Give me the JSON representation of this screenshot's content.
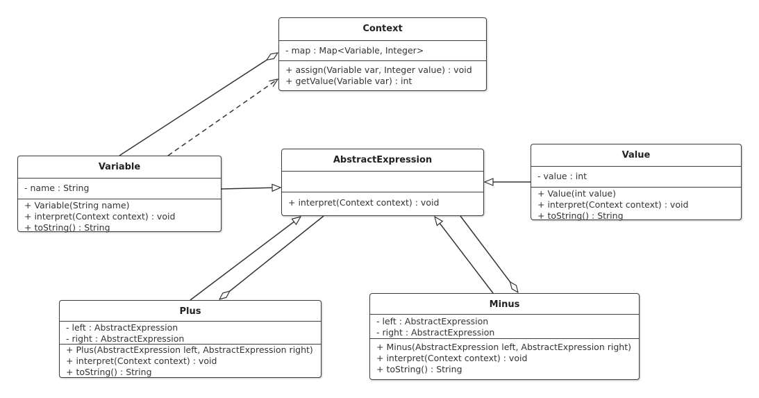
{
  "classes": {
    "context": {
      "name": "Context",
      "attributes": [
        "- map : Map<Variable, Integer>"
      ],
      "operations": [
        "+ assign(Variable var, Integer value) : void",
        "+ getValue(Variable var) : int"
      ]
    },
    "abstract_expression": {
      "name": "AbstractExpression",
      "attributes": [],
      "operations": [
        "+ interpret(Context context) : void"
      ]
    },
    "variable": {
      "name": "Variable",
      "attributes": [
        "- name : String"
      ],
      "operations": [
        "+ Variable(String name)",
        "+ interpret(Context context) : void",
        "+ toString() : String"
      ]
    },
    "value": {
      "name": "Value",
      "attributes": [
        "- value : int"
      ],
      "operations": [
        "+ Value(int value)",
        "+ interpret(Context context) : void",
        "+ toString() : String"
      ]
    },
    "plus": {
      "name": "Plus",
      "attributes": [
        "- left : AbstractExpression",
        "- right : AbstractExpression"
      ],
      "operations": [
        "+ Plus(AbstractExpression left, AbstractExpression right)",
        "+ interpret(Context context) : void",
        "+ toString() : String"
      ]
    },
    "minus": {
      "name": "Minus",
      "attributes": [
        "- left : AbstractExpression",
        "- right : AbstractExpression"
      ],
      "operations": [
        "+ Minus(AbstractExpression left, AbstractExpression right)",
        "+ interpret(Context context) : void",
        "+ toString() : String"
      ]
    }
  },
  "relationships": [
    {
      "from": "Variable",
      "to": "Context",
      "type": "aggregation"
    },
    {
      "from": "Variable",
      "to": "Context",
      "type": "dependency"
    },
    {
      "from": "Variable",
      "to": "AbstractExpression",
      "type": "generalization"
    },
    {
      "from": "Value",
      "to": "AbstractExpression",
      "type": "generalization"
    },
    {
      "from": "Plus",
      "to": "AbstractExpression",
      "type": "generalization"
    },
    {
      "from": "Plus",
      "to": "AbstractExpression",
      "type": "aggregation"
    },
    {
      "from": "Minus",
      "to": "AbstractExpression",
      "type": "generalization"
    },
    {
      "from": "Minus",
      "to": "AbstractExpression",
      "type": "aggregation"
    }
  ],
  "colors": {
    "line": "#333333",
    "border": "#3b3b3b",
    "background": "#ffffff"
  }
}
